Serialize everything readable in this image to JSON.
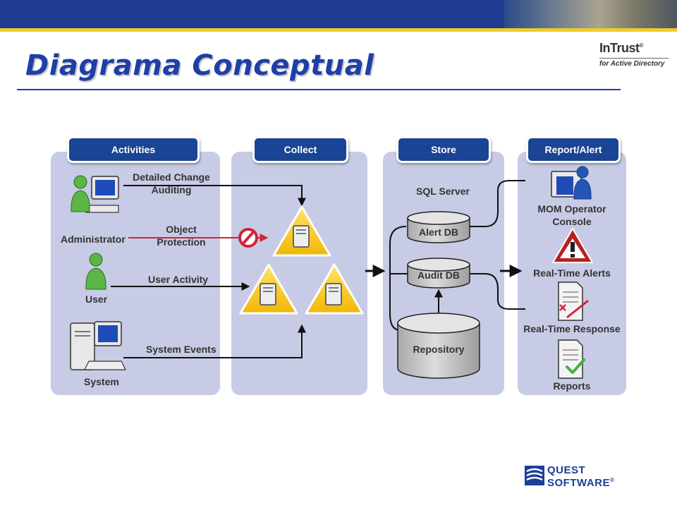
{
  "slide": {
    "title": "Diagrama Conceptual",
    "brand": {
      "name": "InTrust",
      "registered": "®",
      "subtitle": "for Active Directory"
    }
  },
  "columns": [
    {
      "header": "Activities"
    },
    {
      "header": "Collect"
    },
    {
      "header": "Store"
    },
    {
      "header": "Report/Alert"
    }
  ],
  "activities": {
    "sources": [
      {
        "label": "Administrator",
        "icon": "administrator-icon"
      },
      {
        "label": "User",
        "icon": "user-icon"
      },
      {
        "label": "System",
        "icon": "system-icon"
      }
    ],
    "flows": [
      {
        "line1": "Detailed Change",
        "line2": "Auditing"
      },
      {
        "line1": "Object",
        "line2": "Protection"
      },
      {
        "line1": "User Activity"
      },
      {
        "line1": "System Events"
      }
    ]
  },
  "store": {
    "server_label": "SQL Server",
    "databases": [
      "Alert DB",
      "Audit DB"
    ],
    "repository": "Repository"
  },
  "report": {
    "items": [
      {
        "label_line1": "MOM Operator",
        "label_line2": "Console",
        "icon": "operator-console-icon"
      },
      {
        "label": "Real-Time Alerts",
        "icon": "warning-icon"
      },
      {
        "label": "Real-Time Response",
        "icon": "response-document-icon"
      },
      {
        "label": "Reports",
        "icon": "report-document-icon"
      }
    ]
  },
  "footer": {
    "logo_line1": "QUEST",
    "logo_line2": "SOFTWARE",
    "registered": "®"
  },
  "colors": {
    "header_blue": "#1a4494",
    "panel": "#c7cbe5",
    "title_blue": "#1f3fa6",
    "accent_yellow": "#f0cc2a",
    "protection_red": "#d0243a",
    "database_gray": "#c6c6c6"
  }
}
